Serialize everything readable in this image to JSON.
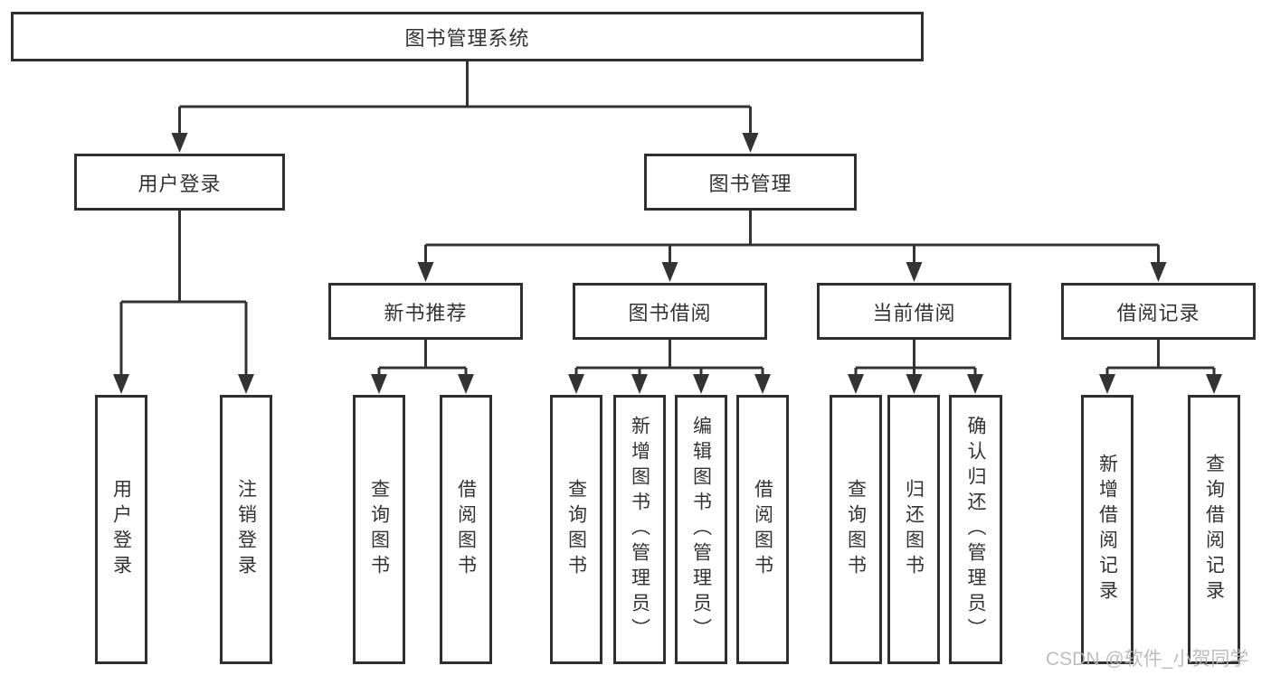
{
  "diagram_title": "图书管理系统",
  "nodes": {
    "root": {
      "label": "图书管理系统"
    },
    "level2": {
      "user_login": {
        "label": "用户登录"
      },
      "book_management": {
        "label": "图书管理"
      }
    },
    "level3": {
      "new_book_recommend": {
        "label": "新书推荐"
      },
      "book_borrow": {
        "label": "图书借阅"
      },
      "current_borrow": {
        "label": "当前借阅"
      },
      "borrow_records": {
        "label": "借阅记录"
      }
    },
    "leaves": {
      "user_login": {
        "label": "用户登录"
      },
      "logout": {
        "label": "注销登录"
      },
      "recommend_query_books": {
        "label": "查询图书"
      },
      "recommend_borrow_books": {
        "label": "借阅图书"
      },
      "borrow_query_books": {
        "label": "查询图书"
      },
      "borrow_add_books": {
        "label": "新增图书（管理员）"
      },
      "borrow_edit_books": {
        "label": "编辑图书（管理员）"
      },
      "borrow_borrow_books": {
        "label": "借阅图书"
      },
      "current_query_books": {
        "label": "查询图书"
      },
      "current_return_books": {
        "label": "归还图书"
      },
      "current_confirm_return": {
        "label": "确认归还（管理员）"
      },
      "records_add_record": {
        "label": "新增借阅记录"
      },
      "records_query_record": {
        "label": "查询借阅记录"
      }
    }
  },
  "watermark": {
    "text": "CSDN @软件_小贺同学"
  },
  "colors": {
    "line": "#333333",
    "box_border": "#2f2f2f",
    "text": "#333333",
    "watermark": "#b6b6b6",
    "background": "#ffffff"
  }
}
